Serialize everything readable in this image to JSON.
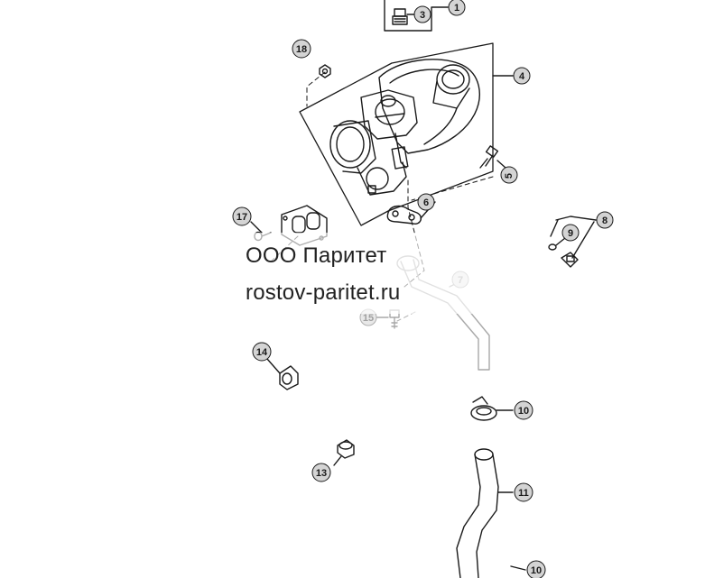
{
  "watermark": {
    "company": "ООО Паритет",
    "website": "rostov-paritet.ru"
  },
  "callouts": [
    {
      "id": "c1",
      "label": "1",
      "faded": false
    },
    {
      "id": "c3",
      "label": "3",
      "faded": false
    },
    {
      "id": "c4",
      "label": "4",
      "faded": false
    },
    {
      "id": "c5",
      "label": "5",
      "faded": false
    },
    {
      "id": "c6",
      "label": "6",
      "faded": false
    },
    {
      "id": "c7",
      "label": "7",
      "faded": true
    },
    {
      "id": "c8",
      "label": "8",
      "faded": false
    },
    {
      "id": "c9",
      "label": "9",
      "faded": false
    },
    {
      "id": "c10a",
      "label": "10",
      "faded": false
    },
    {
      "id": "c10b",
      "label": "10",
      "faded": false
    },
    {
      "id": "c11",
      "label": "11",
      "faded": false
    },
    {
      "id": "c13",
      "label": "13",
      "faded": false
    },
    {
      "id": "c14",
      "label": "14",
      "faded": false
    },
    {
      "id": "c15",
      "label": "15",
      "faded": true
    },
    {
      "id": "c17",
      "label": "17",
      "faded": false
    },
    {
      "id": "c18",
      "label": "18",
      "faded": false
    }
  ],
  "colors": {
    "line": "#1a1a1a",
    "callout_fill": "#d4d4d4",
    "faded": "#b0b0b0"
  }
}
